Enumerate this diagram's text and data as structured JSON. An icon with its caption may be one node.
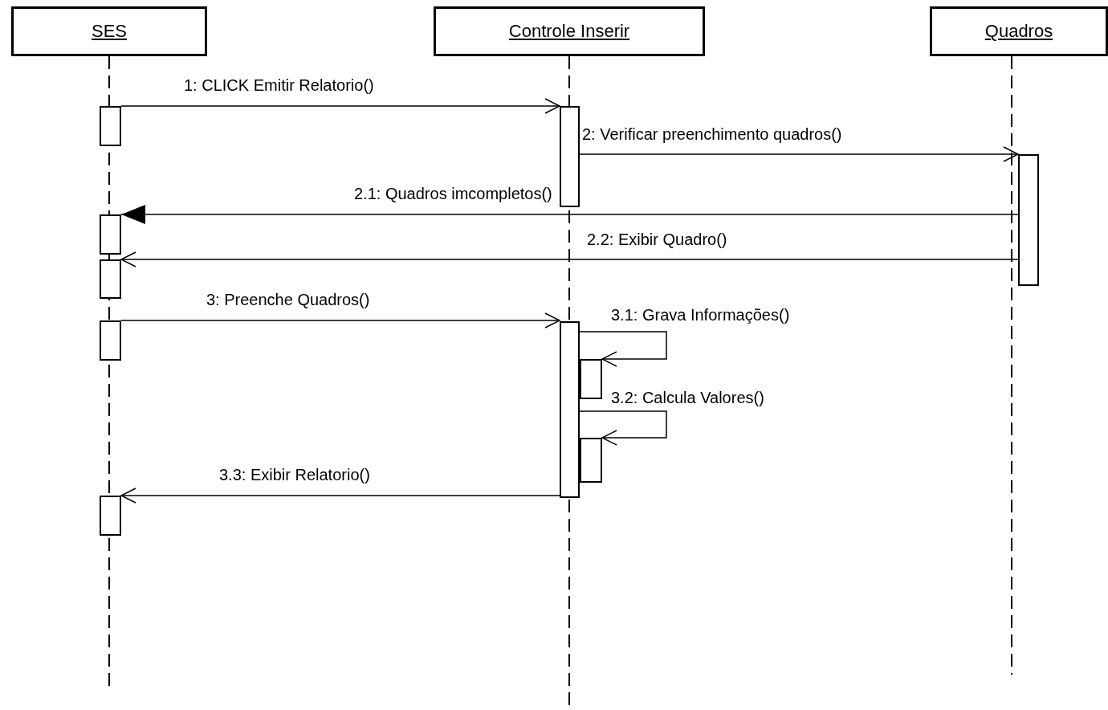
{
  "diagram": {
    "nodes": [
      {
        "text": [
          "SES"
        ]
      },
      {
        "text": [
          "Controle Inserir"
        ]
      },
      {
        "text": [
          "Quadros"
        ]
      },
      {
        "text": [],
        "shape": "bar"
      },
      {
        "text": [],
        "shape": "bar"
      },
      {
        "text": [],
        "shape": "bar"
      },
      {
        "text": [],
        "shape": "bar"
      },
      {
        "text": [],
        "shape": "bar"
      },
      {
        "text": [],
        "shape": "bar"
      },
      {
        "text": [],
        "shape": "bar"
      },
      {
        "text": [],
        "shape": "bar"
      },
      {
        "text": [],
        "shape": "bar"
      },
      {
        "text": [],
        "shape": "bar"
      }
    ],
    "edges": [
      {
        "from": 3,
        "to": 8,
        "arrow": "to",
        "label": "1: CLICK Emitir Relatorio()"
      },
      {
        "from": 8,
        "to": 12,
        "arrow": "to",
        "label": "2: Verificar preenchimento quadros()"
      },
      {
        "from": 12,
        "to": 4,
        "arrow": "to",
        "label": "2.1: Quadros imcompletos()"
      },
      {
        "from": 12,
        "to": 5,
        "arrow": "to",
        "label": "2.2: Exibir Quadro()"
      },
      {
        "from": 6,
        "to": 9,
        "arrow": "to",
        "label": "3: Preenche Quadros()"
      },
      {
        "from": 9,
        "to": 10,
        "arrow": "to",
        "label": "3.1: Grava Informações()"
      },
      {
        "from": 9,
        "to": 11,
        "arrow": "to",
        "label": "3.2: Calcula Valores()"
      },
      {
        "from": 9,
        "to": 7,
        "arrow": "to",
        "label": "3.3: Exibir Relatorio()"
      }
    ]
  }
}
